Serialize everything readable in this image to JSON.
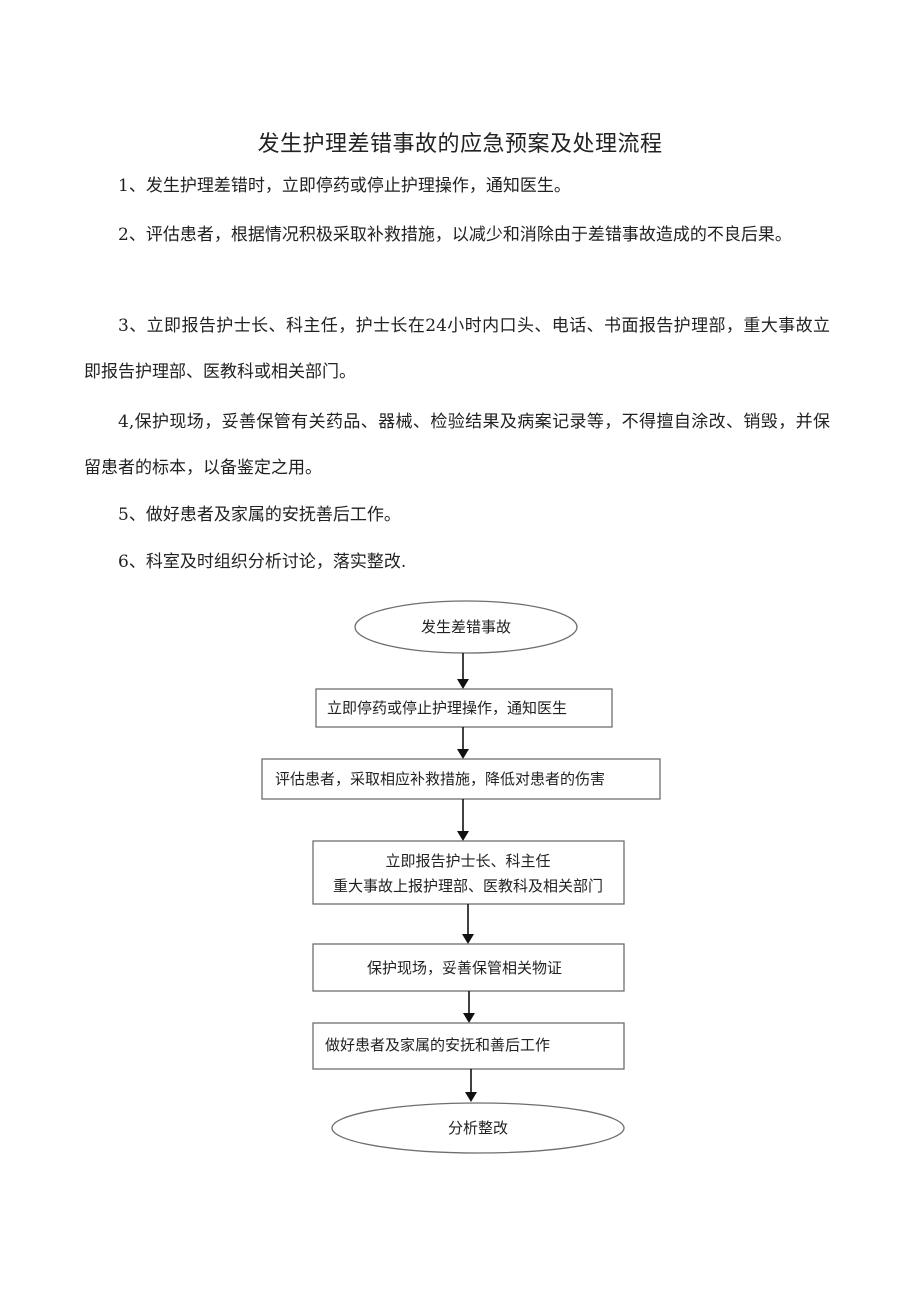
{
  "document": {
    "title": "发生护理差错事故的应急预案及处理流程",
    "paragraphs": [
      "1、发生护理差错时，立即停药或停止护理操作，通知医生。",
      "2、评估患者，根据情况积极采取补救措施，以减少和消除由于差错事故造成的不良后果。",
      "3、立即报告护士长、科主任，护士长在24小时内口头、电话、书面报告护理部，重大事故立即报告护理部、医教科或相关部门。",
      "4,保护现场，妥善保管有关药品、器械、检验结果及病案记录等，不得擅自涂改、销毁，并保留患者的标本，以备鉴定之用。",
      "5、做好患者及家属的安抚善后工作。",
      "6、科室及时组织分析讨论，落实整改."
    ]
  },
  "flowchart": {
    "start": "发生差错事故",
    "step1": "立即停药或停止护理操作，通知医生",
    "step2": "评估患者，采取相应补救措施，降低对患者的伤害",
    "step3_line1": "立即报告护士长、科主任",
    "step3_line2": "重大事故上报护理部、医教科及相关部门",
    "step4": "保护现场，妥善保管相关物证",
    "step5": "做好患者及家属的安抚和善后工作",
    "end": "分析整改"
  }
}
